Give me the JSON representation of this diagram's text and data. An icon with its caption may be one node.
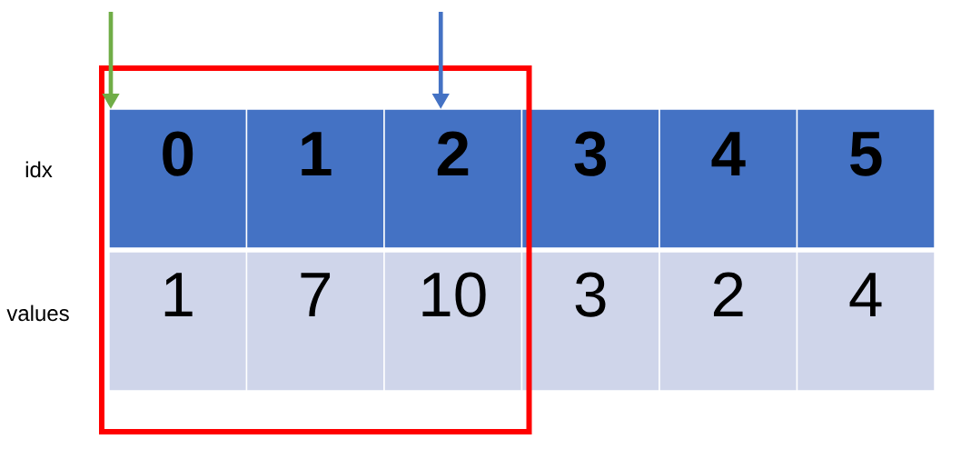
{
  "diagram": {
    "nodes": [
      {
        "text": [],
        "shape": "box"
      },
      {
        "text": [
          "0"
        ],
        "in": 0
      },
      {
        "text": [
          "1"
        ],
        "in": 0
      },
      {
        "text": [
          "2"
        ],
        "in": 0
      },
      {
        "text": [
          "3"
        ]
      },
      {
        "text": [
          "4"
        ]
      },
      {
        "text": [
          "5"
        ]
      },
      {
        "text": [
          "1"
        ],
        "in": 0
      },
      {
        "text": [
          "7"
        ],
        "in": 0
      },
      {
        "text": [
          "10"
        ],
        "in": 0
      },
      {
        "text": [
          "3"
        ]
      },
      {
        "text": [
          "2"
        ]
      },
      {
        "text": [
          "4"
        ]
      }
    ],
    "edges": [
      {
        "from": null,
        "to": 1,
        "arrow": "to",
        "color": "#70ad47"
      },
      {
        "from": null,
        "to": 3,
        "arrow": "to",
        "color": "#4472c4"
      }
    ],
    "labels": [
      "idx",
      "values"
    ]
  }
}
